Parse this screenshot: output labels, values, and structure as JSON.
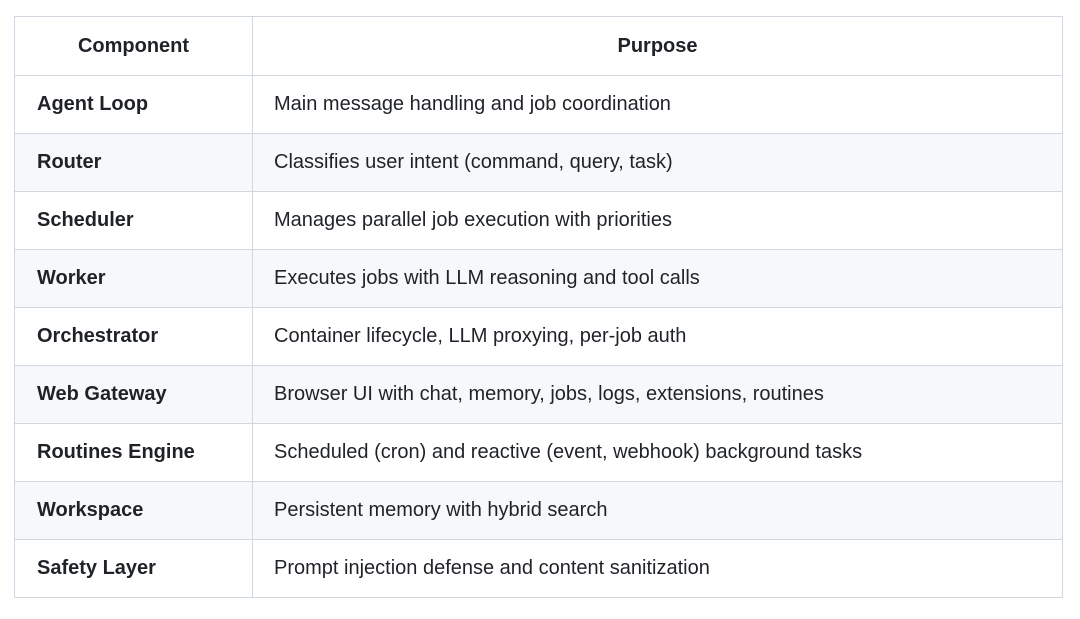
{
  "table": {
    "columns": [
      {
        "label": "Component"
      },
      {
        "label": "Purpose"
      }
    ],
    "rows": [
      {
        "component": "Agent Loop",
        "purpose": "Main message handling and job coordination"
      },
      {
        "component": "Router",
        "purpose": "Classifies user intent (command, query, task)"
      },
      {
        "component": "Scheduler",
        "purpose": "Manages parallel job execution with priorities"
      },
      {
        "component": "Worker",
        "purpose": "Executes jobs with LLM reasoning and tool calls"
      },
      {
        "component": "Orchestrator",
        "purpose": "Container lifecycle, LLM proxying, per-job auth"
      },
      {
        "component": "Web Gateway",
        "purpose": "Browser UI with chat, memory, jobs, logs, extensions, routines"
      },
      {
        "component": "Routines Engine",
        "purpose": "Scheduled (cron) and reactive (event, webhook) background tasks"
      },
      {
        "component": "Workspace",
        "purpose": "Persistent memory with hybrid search"
      },
      {
        "component": "Safety Layer",
        "purpose": "Prompt injection defense and content sanitization"
      }
    ],
    "colors": {
      "border": "#d0d7de",
      "stripe_row_background": "#f6f8fa",
      "text": "#1f2328",
      "page_background": "#ffffff"
    }
  }
}
